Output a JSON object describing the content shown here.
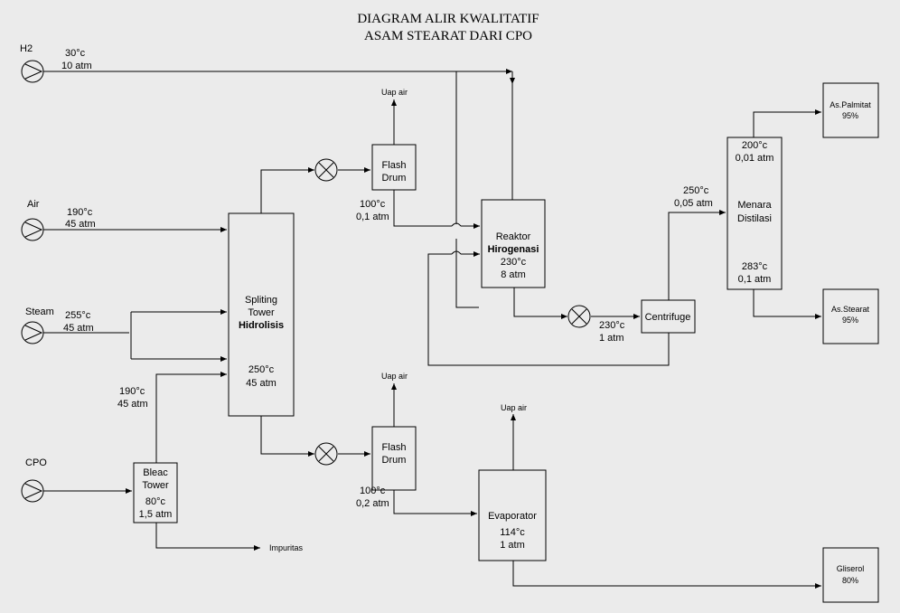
{
  "title": {
    "line1": "DIAGRAM ALIR KWALITATIF",
    "line2": "ASAM STEARAT DARI CPO"
  },
  "inputs": {
    "h2": {
      "label": "H2",
      "temp": "30°c",
      "pressure": "10 atm"
    },
    "air": {
      "label": "Air",
      "temp": "190°c",
      "pressure": "45 atm"
    },
    "steam": {
      "label": "Steam",
      "temp": "255°c",
      "pressure": "45 atm"
    },
    "cpo": {
      "label": "CPO"
    }
  },
  "bleach_feed": {
    "temp": "190°c",
    "pressure": "45 atm"
  },
  "units": {
    "bleach_tower": {
      "line1": "Bleac",
      "line2": "Tower",
      "temp": "80°c",
      "pressure": "1,5 atm"
    },
    "splitting_tower": {
      "line1": "Spliting",
      "line2": "Tower",
      "line3": "Hidrolisis",
      "temp": "250°c",
      "pressure": "45 atm"
    },
    "flash_drum_top": {
      "line1": "Flash",
      "line2": "Drum",
      "temp": "100°c",
      "pressure": "0,1 atm"
    },
    "flash_drum_bottom": {
      "line1": "Flash",
      "line2": "Drum",
      "temp": "100°c",
      "pressure": "0,2 atm"
    },
    "reactor": {
      "line1": "Reaktor",
      "line2": "Hirogenasi",
      "temp": "230°c",
      "pressure": "8 atm"
    },
    "centrifuge": {
      "label": "Centrifuge",
      "temp": "230°c",
      "pressure": "1 atm"
    },
    "distillation": {
      "line1": "Menara",
      "line2": "Distilasi",
      "top_temp": "200°c",
      "top_pressure": "0,01 atm",
      "bottom_temp": "283°c",
      "bottom_pressure": "0,1 atm",
      "feed_temp": "250°c",
      "feed_pressure": "0,05 atm"
    },
    "evaporator": {
      "label": "Evaporator",
      "temp": "114°c",
      "pressure": "1 atm"
    }
  },
  "outputs": {
    "uap_air_1": "Uap air",
    "uap_air_2": "Uap air",
    "uap_air_3": "Uap air",
    "impuritas": "Impuritas",
    "palmitat": {
      "line1": "As.Palmitat",
      "line2": "95%"
    },
    "stearat": {
      "line1": "As.Stearat",
      "line2": "95%"
    },
    "gliserol": {
      "line1": "Gliserol",
      "line2": "80%"
    }
  }
}
